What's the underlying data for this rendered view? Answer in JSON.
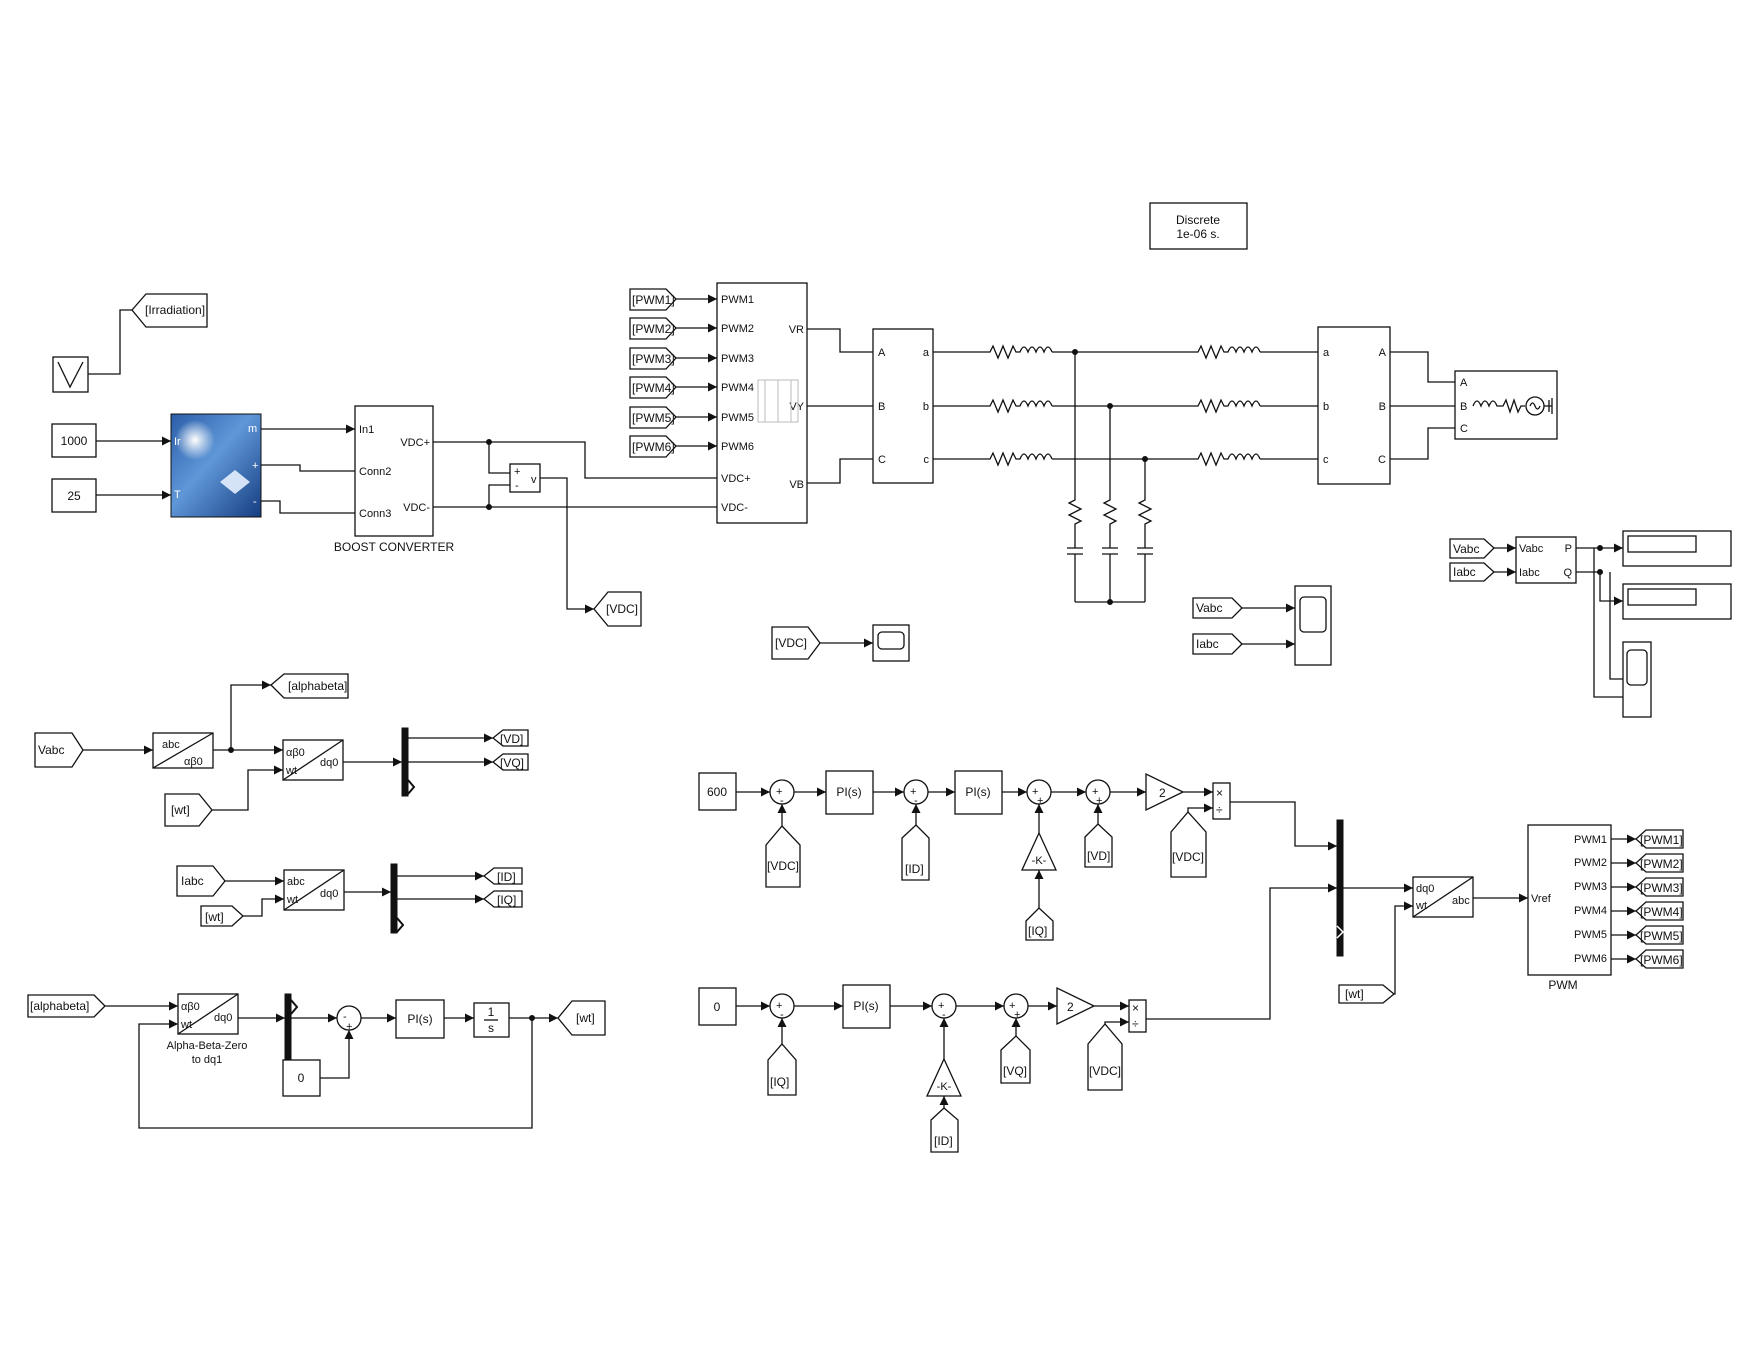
{
  "solver": {
    "line1": "Discrete",
    "line2": "1e-06 s."
  },
  "tags": {
    "irradiation": "[Irradiation]",
    "vdc": "[VDC]",
    "alphabeta": "[alphabeta]",
    "vd": "[VD]",
    "vq": "[VQ]",
    "id": "[ID]",
    "iq": "[IQ]",
    "wt": "[wt]",
    "pwm1": "[PWM1]",
    "pwm2": "[PWM2]",
    "pwm3": "[PWM3]",
    "pwm4": "[PWM4]",
    "pwm5": "[PWM5]",
    "pwm6": "[PWM6]",
    "vabc": "Vabc",
    "iabc": "Iabc"
  },
  "constants": {
    "irr": "1000",
    "temp": "25",
    "vdc_ref": "600",
    "iq_ref": "0",
    "pll_ref": "0"
  },
  "pv": {
    "port_ir": "Ir",
    "port_t": "T",
    "port_m": "m",
    "port_plus": "+",
    "port_minus": "-"
  },
  "boost": {
    "title": "BOOST CONVERTER",
    "in1": "In1",
    "conn2": "Conn2",
    "conn3": "Conn3",
    "vdcp": "VDC+",
    "vdcm": "VDC-"
  },
  "vmeas": {
    "v": "v",
    "plus": "+",
    "minus": "-"
  },
  "inverter": {
    "inputs": [
      "PWM1",
      "PWM2",
      "PWM3",
      "PWM4",
      "PWM5",
      "PWM6",
      "VDC+",
      "VDC-"
    ],
    "outputs": [
      "VR",
      "VY",
      "VB"
    ]
  },
  "meas1": {
    "left": [
      "A",
      "B",
      "C"
    ],
    "right": [
      "a",
      "b",
      "c"
    ]
  },
  "meas2": {
    "left": [
      "a",
      "b",
      "c"
    ],
    "right": [
      "A",
      "B",
      "C"
    ]
  },
  "grid": {
    "ports": [
      "A",
      "B",
      "C"
    ]
  },
  "pq": {
    "vabc": "Vabc",
    "iabc": "Iabc",
    "p": "P",
    "q": "Q"
  },
  "transforms": {
    "abc": "abc",
    "ab0": "αβ0",
    "dq0": "dq0",
    "wt": "wt",
    "alpha_title_1": "Alpha-Beta-Zero",
    "alpha_title_2": "to dq1"
  },
  "ops": {
    "pi": "PI(s)",
    "gain2": "2",
    "gainK": "-K-",
    "int_num": "1",
    "int_den": "s",
    "plus": "+",
    "minus": "-",
    "times": "×",
    "div": "÷"
  },
  "pwm": {
    "title": "PWM",
    "vref": "Vref",
    "outs": [
      "PWM1",
      "PWM2",
      "PWM3",
      "PWM4",
      "PWM5",
      "PWM6"
    ]
  }
}
